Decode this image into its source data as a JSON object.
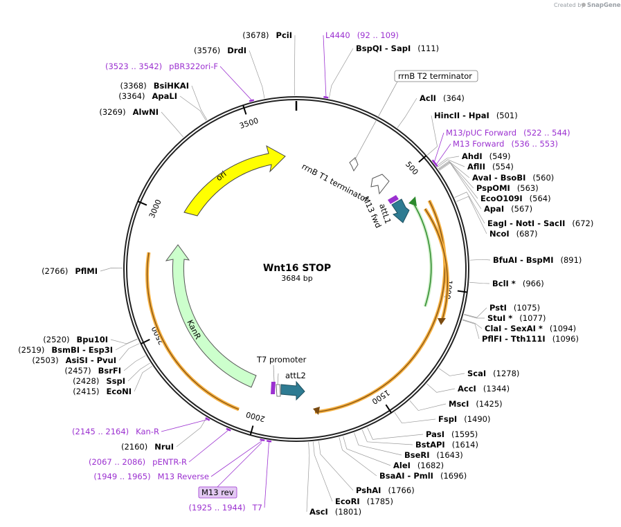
{
  "credit": {
    "text": "Created by",
    "brand": "SnapGene"
  },
  "map": {
    "name": "Wnt16 STOP",
    "length_label": "3684 bp",
    "total_bp": 3684,
    "ticks": [
      {
        "pos": 500,
        "label": "500"
      },
      {
        "pos": 1000,
        "label": "1000"
      },
      {
        "pos": 1500,
        "label": "1500"
      },
      {
        "pos": 2000,
        "label": "2000"
      },
      {
        "pos": 2500,
        "label": "2500"
      },
      {
        "pos": 3000,
        "label": "3000"
      },
      {
        "pos": 3500,
        "label": "3500"
      }
    ],
    "colors": {
      "primer": "#9b30d0",
      "ori": "#ffff00",
      "kanr": "#ccffcc",
      "attl": "#2e7b92",
      "orf_outline": "#f5b041"
    }
  },
  "enzymes": [
    {
      "name": "PciI",
      "pos": "(3678)",
      "bp": 3678,
      "side": "L"
    },
    {
      "name": "DrdI",
      "pos": "(3576)",
      "bp": 3576,
      "side": "L"
    },
    {
      "name": "BsiHKAI",
      "pos": "(3368)",
      "bp": 3368,
      "side": "L"
    },
    {
      "name": "ApaLI",
      "pos": "(3364)",
      "bp": 3364,
      "side": "L"
    },
    {
      "name": "AlwNI",
      "pos": "(3269)",
      "bp": 3269,
      "side": "L"
    },
    {
      "name": "PflMI",
      "pos": "(2766)",
      "bp": 2766,
      "side": "L"
    },
    {
      "name": "Bpu10I",
      "pos": "(2520)",
      "bp": 2520,
      "side": "L"
    },
    {
      "name": "BsmBI  - Esp3I",
      "pos": "(2519)",
      "bp": 2519,
      "side": "L"
    },
    {
      "name": "AsiSI  - PvuI",
      "pos": "(2503)",
      "bp": 2503,
      "side": "L"
    },
    {
      "name": "BsrFI",
      "pos": "(2457)",
      "bp": 2457,
      "side": "L"
    },
    {
      "name": "SspI",
      "pos": "(2428)",
      "bp": 2428,
      "side": "L"
    },
    {
      "name": "EcoNI",
      "pos": "(2415)",
      "bp": 2415,
      "side": "L"
    },
    {
      "name": "NruI",
      "pos": "(2160)",
      "bp": 2160,
      "side": "L"
    },
    {
      "name": "BspQI  - SapI",
      "pos": "(111)",
      "bp": 111,
      "side": "R"
    },
    {
      "name": "AclI",
      "pos": "(364)",
      "bp": 364,
      "side": "R"
    },
    {
      "name": "HincII  - HpaI",
      "pos": "(501)",
      "bp": 501,
      "side": "R"
    },
    {
      "name": "AhdI",
      "pos": "(549)",
      "bp": 549,
      "side": "R"
    },
    {
      "name": "AflII",
      "pos": "(554)",
      "bp": 554,
      "side": "R"
    },
    {
      "name": "AvaI  - BsoBI",
      "pos": "(560)",
      "bp": 560,
      "side": "R"
    },
    {
      "name": "PspOMI",
      "pos": "(563)",
      "bp": 563,
      "side": "R"
    },
    {
      "name": "EcoO109I",
      "pos": "(564)",
      "bp": 564,
      "side": "R"
    },
    {
      "name": "ApaI",
      "pos": "(567)",
      "bp": 567,
      "side": "R"
    },
    {
      "name": "EagI  - NotI  - SacII",
      "pos": "(672)",
      "bp": 672,
      "side": "R"
    },
    {
      "name": "NcoI",
      "pos": "(687)",
      "bp": 687,
      "side": "R"
    },
    {
      "name": "BfuAI  - BspMI",
      "pos": "(891)",
      "bp": 891,
      "side": "R"
    },
    {
      "name": "BclI *",
      "pos": "(966)",
      "bp": 966,
      "side": "R"
    },
    {
      "name": "PstI",
      "pos": "(1075)",
      "bp": 1075,
      "side": "R"
    },
    {
      "name": "StuI *",
      "pos": "(1077)",
      "bp": 1077,
      "side": "R"
    },
    {
      "name": "ClaI  - SexAI *",
      "pos": "(1094)",
      "bp": 1094,
      "side": "R"
    },
    {
      "name": "PflFI  - Tth111I",
      "pos": "(1096)",
      "bp": 1096,
      "side": "R"
    },
    {
      "name": "ScaI",
      "pos": "(1278)",
      "bp": 1278,
      "side": "R"
    },
    {
      "name": "AccI",
      "pos": "(1344)",
      "bp": 1344,
      "side": "R"
    },
    {
      "name": "MscI",
      "pos": "(1425)",
      "bp": 1425,
      "side": "R"
    },
    {
      "name": "FspI",
      "pos": "(1490)",
      "bp": 1490,
      "side": "R"
    },
    {
      "name": "PasI",
      "pos": "(1595)",
      "bp": 1595,
      "side": "R"
    },
    {
      "name": "BstAPI",
      "pos": "(1614)",
      "bp": 1614,
      "side": "R"
    },
    {
      "name": "BseRI",
      "pos": "(1643)",
      "bp": 1643,
      "side": "R"
    },
    {
      "name": "AleI",
      "pos": "(1682)",
      "bp": 1682,
      "side": "R"
    },
    {
      "name": "BsaAI  - PmlI",
      "pos": "(1696)",
      "bp": 1696,
      "side": "R"
    },
    {
      "name": "PshAI",
      "pos": "(1766)",
      "bp": 1766,
      "side": "R"
    },
    {
      "name": "EcoRI",
      "pos": "(1785)",
      "bp": 1785,
      "side": "R"
    },
    {
      "name": "AscI",
      "pos": "(1801)",
      "bp": 1801,
      "side": "R"
    }
  ],
  "primers": [
    {
      "name": "L4440",
      "range": "(92 .. 109)",
      "bp": 100,
      "side": "R"
    },
    {
      "name": "M13/pUC Forward",
      "range": "(522 .. 544)",
      "bp": 533,
      "side": "R"
    },
    {
      "name": "M13 Forward",
      "range": "(536 .. 553)",
      "bp": 544,
      "side": "R"
    },
    {
      "name": "pBR322ori-F",
      "range": "(3523 .. 3542)",
      "bp": 3532,
      "side": "L"
    },
    {
      "name": "Kan-R",
      "range": "(2145 .. 2164)",
      "bp": 2155,
      "side": "L"
    },
    {
      "name": "pENTR-R",
      "range": "(2067 .. 2086)",
      "bp": 2076,
      "side": "L"
    },
    {
      "name": "M13 Reverse",
      "range": "(1949 .. 1965)",
      "bp": 1957,
      "side": "L"
    },
    {
      "name": "T7",
      "range": "(1925 .. 1944)",
      "bp": 1934,
      "side": "L"
    }
  ],
  "boxed_labels": {
    "rrnb_t2": "rrnB T2 terminator",
    "m13_rev": "M13 rev"
  },
  "features": {
    "ori": "ori",
    "kanr": "KanR",
    "rrnb_t1": "rrnB T1 terminator",
    "attl1": "attL1",
    "m13_fwd": "M13 fwd",
    "t7_promoter": "T7 promoter",
    "attl2": "attL2"
  }
}
